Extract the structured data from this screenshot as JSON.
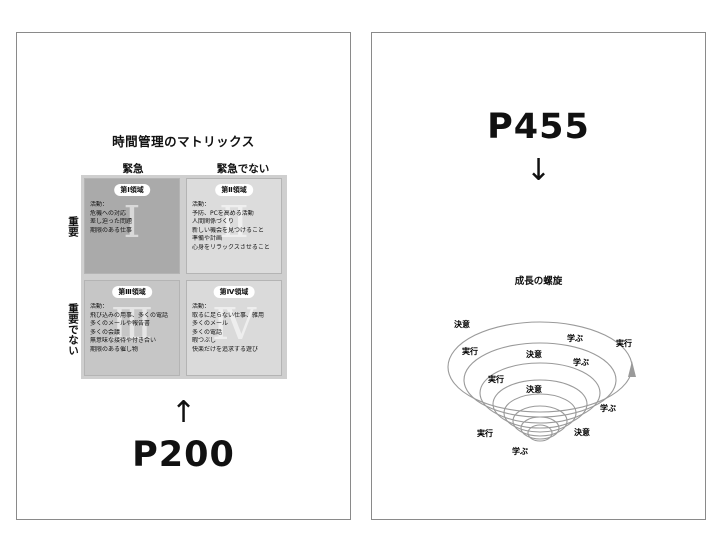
{
  "left_page": {
    "matrix_title": "時間管理のマトリックス",
    "col_urgent": "緊急",
    "col_not_urgent": "緊急でない",
    "row_important": "重要",
    "row_not_important": "重要でない",
    "quadrants": [
      {
        "badge": "第Ⅰ領域",
        "numeral": "Ⅰ",
        "items": [
          "活動：",
          "危機への対応",
          "差し迫った問題",
          "期限のある仕事"
        ]
      },
      {
        "badge": "第Ⅱ領域",
        "numeral": "Ⅱ",
        "items": [
          "活動：",
          "予防、PCを高める活動",
          "人間関係づくり",
          "新しい機会を見つけること",
          "準備や計画",
          "心身をリラックスさせること"
        ]
      },
      {
        "badge": "第Ⅲ領域",
        "numeral": "Ⅲ",
        "items": [
          "活動：",
          "飛び込みの用事、多くの電話",
          "多くのメールや報告書",
          "多くの会議",
          "無意味な接待や付き合い",
          "期限のある催し物"
        ]
      },
      {
        "badge": "第Ⅳ領域",
        "numeral": "Ⅳ",
        "items": [
          "活動：",
          "取るに足らない仕事、雑用",
          "多くのメール",
          "多くの電話",
          "暇つぶし",
          "快楽だけを追求する遊び"
        ]
      }
    ],
    "arrow": "↑",
    "page_label": "P200"
  },
  "right_page": {
    "page_label": "P455",
    "arrow": "↓",
    "spiral_title": "成長の螺旋",
    "labels": {
      "kettei": "決意",
      "jikko": "実行",
      "manabu": "学ぶ"
    }
  }
}
